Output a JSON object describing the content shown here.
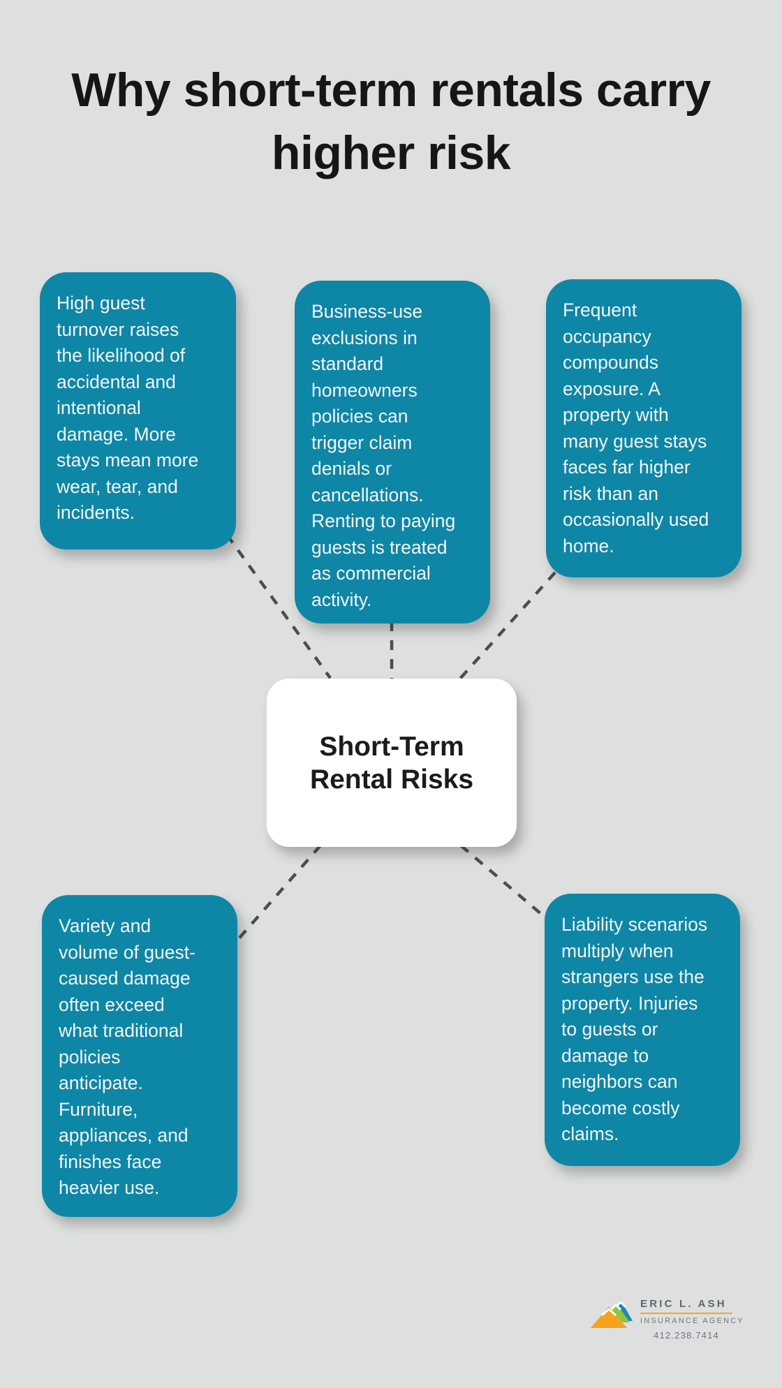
{
  "title": "Why short-term rentals carry\nhigher risk",
  "center": {
    "label": "Short-Term\nRental Risks"
  },
  "risks": [
    {
      "id": "high-guest-turnover",
      "text": "High guest\nturnover raises\nthe likelihood of\naccidental and\nintentional\ndamage. More\nstays mean more\nwear, tear, and\nincidents."
    },
    {
      "id": "business-use-exclusions",
      "text": "Business-use\nexclusions in\nstandard\nhomeowners\npolicies can\ntrigger claim\ndenials or\ncancellations.\nRenting to paying\nguests is treated\nas commercial\nactivity."
    },
    {
      "id": "frequent-occupancy",
      "text": "Frequent\noccupancy\ncompounds\nexposure. A\nproperty with\nmany guest stays\nfaces far higher\nrisk than an\noccasionally used\nhome."
    },
    {
      "id": "guest-caused-damage",
      "text": "Variety and\nvolume of guest-\ncaused damage\noften exceed\nwhat traditional\npolicies\nanticipate.\nFurniture,\nappliances, and\nfinishes face\nheavier use."
    },
    {
      "id": "liability-scenarios",
      "text": "Liability scenarios\nmultiply when\nstrangers use the\nproperty. Injuries\nto guests or\ndamage to\nneighbors can\nbecome costly\nclaims."
    }
  ],
  "logo": {
    "icon": "mountains-icon",
    "name": "ERIC L. ASH",
    "subtitle": "INSURANCE AGENCY",
    "phone": "412.238.7414"
  },
  "colors": {
    "bg": "#dee0df",
    "teal": "#0e86a6",
    "card-text": "#f3f6f7",
    "title": "#161616",
    "dash": "#4d4d4d",
    "node-bg": "#ffffff",
    "node-text": "#1b1b1b",
    "logo-orange": "#f6a21d",
    "logo-green": "#8cc63e",
    "logo-blue": "#2088b6",
    "logo-name": "#5d666d",
    "logo-line": "#f3a91c",
    "logo-sub": "#6d767c",
    "logo-phone": "#6f747a"
  }
}
